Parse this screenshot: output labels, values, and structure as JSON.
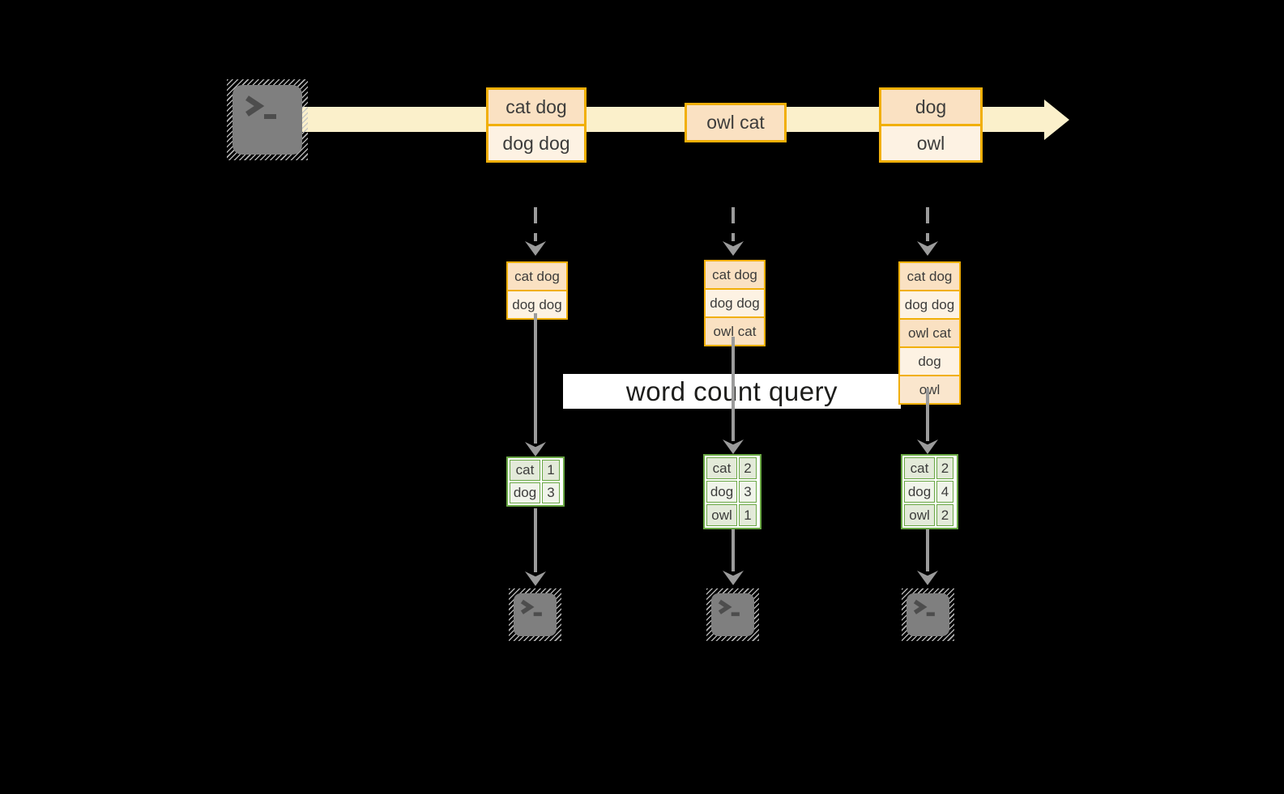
{
  "query_label": "word count query",
  "stream_events": [
    {
      "lines": [
        "cat dog",
        "dog dog"
      ]
    },
    {
      "lines": [
        "owl cat"
      ]
    },
    {
      "lines": [
        "dog",
        "owl"
      ]
    }
  ],
  "batches": [
    {
      "lines": [
        "cat dog",
        "dog dog"
      ]
    },
    {
      "lines": [
        "cat dog",
        "dog dog",
        "owl cat"
      ]
    },
    {
      "lines": [
        "cat dog",
        "dog dog",
        "owl cat",
        "dog",
        "owl"
      ]
    }
  ],
  "word_counts": [
    {
      "rows": [
        {
          "word": "cat",
          "count": "1"
        },
        {
          "word": "dog",
          "count": "3"
        }
      ]
    },
    {
      "rows": [
        {
          "word": "cat",
          "count": "2"
        },
        {
          "word": "dog",
          "count": "3"
        },
        {
          "word": "owl",
          "count": "1"
        }
      ]
    },
    {
      "rows": [
        {
          "word": "cat",
          "count": "2"
        },
        {
          "word": "dog",
          "count": "4"
        },
        {
          "word": "owl",
          "count": "2"
        }
      ]
    }
  ],
  "colors": {
    "background": "#000000",
    "stream_band": "#FBF0CB",
    "box_border": "#F1AF08",
    "box_fill_dark": "#FAE1C2",
    "box_fill_light": "#FDF2E3",
    "table_border": "#69A744",
    "table_fill_dark": "#E3EAD9",
    "table_fill_light": "#F0F4EA",
    "arrow_gray": "#9B9B9B",
    "terminal_gray": "#7F7F7F",
    "text_dark": "#3C3C3B",
    "query_band_bg": "#FFFFFF",
    "query_text": "#1D1D1B"
  }
}
